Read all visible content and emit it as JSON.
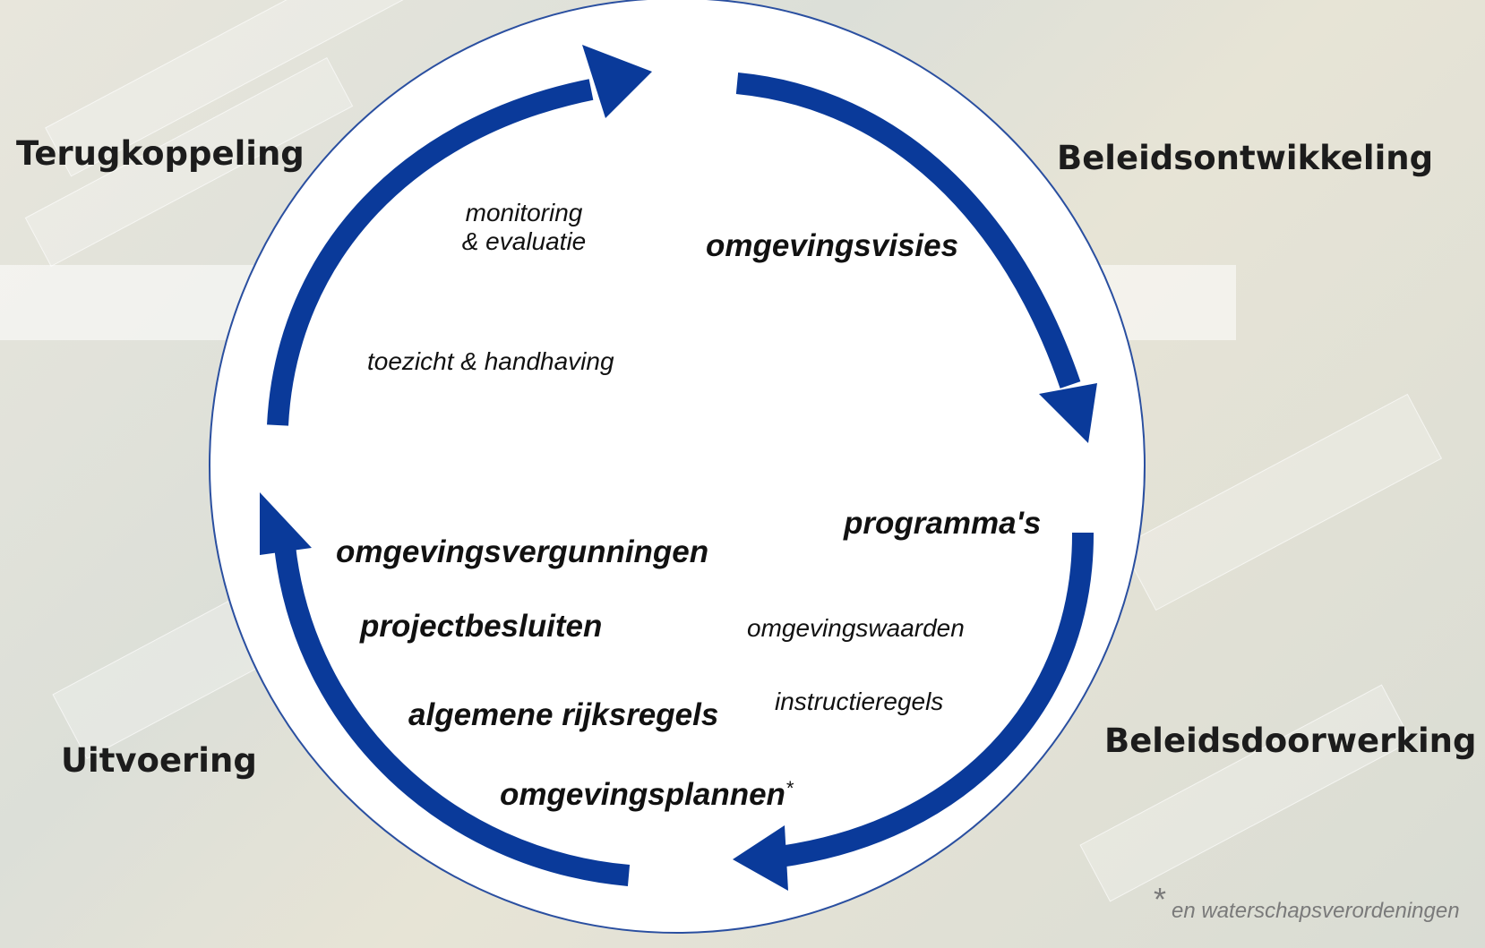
{
  "phases": {
    "terugkoppeling": "Terugkoppeling",
    "beleidsontwikkeling": "Beleidsontwikkeling",
    "beleidsdoorwerking": "Beleidsdoorwerking",
    "uitvoering": "Uitvoering"
  },
  "instruments": {
    "monitoring_line1": "monitoring",
    "monitoring_line2": "& evaluatie",
    "omgevingsvisies": "omgevingsvisies",
    "toezicht": "toezicht & handhaving",
    "programmas": "programma's",
    "omgevingsvergunningen": "omgevingsvergunningen",
    "projectbesluiten": "projectbesluiten",
    "omgevingswaarden": "omgevingswaarden",
    "instructieregels": "instructieregels",
    "algemene_rijksregels": "algemene rijksregels",
    "omgevingsplannen": "omgevingsplannen",
    "omgevingsplannen_mark": "*"
  },
  "footnote": {
    "mark": "*",
    "text": "en waterschapsverordeningen"
  },
  "colors": {
    "arrow": "#0a3a9a",
    "circle_fill": "#ffffff",
    "circle_border": "#2a4fa0"
  }
}
